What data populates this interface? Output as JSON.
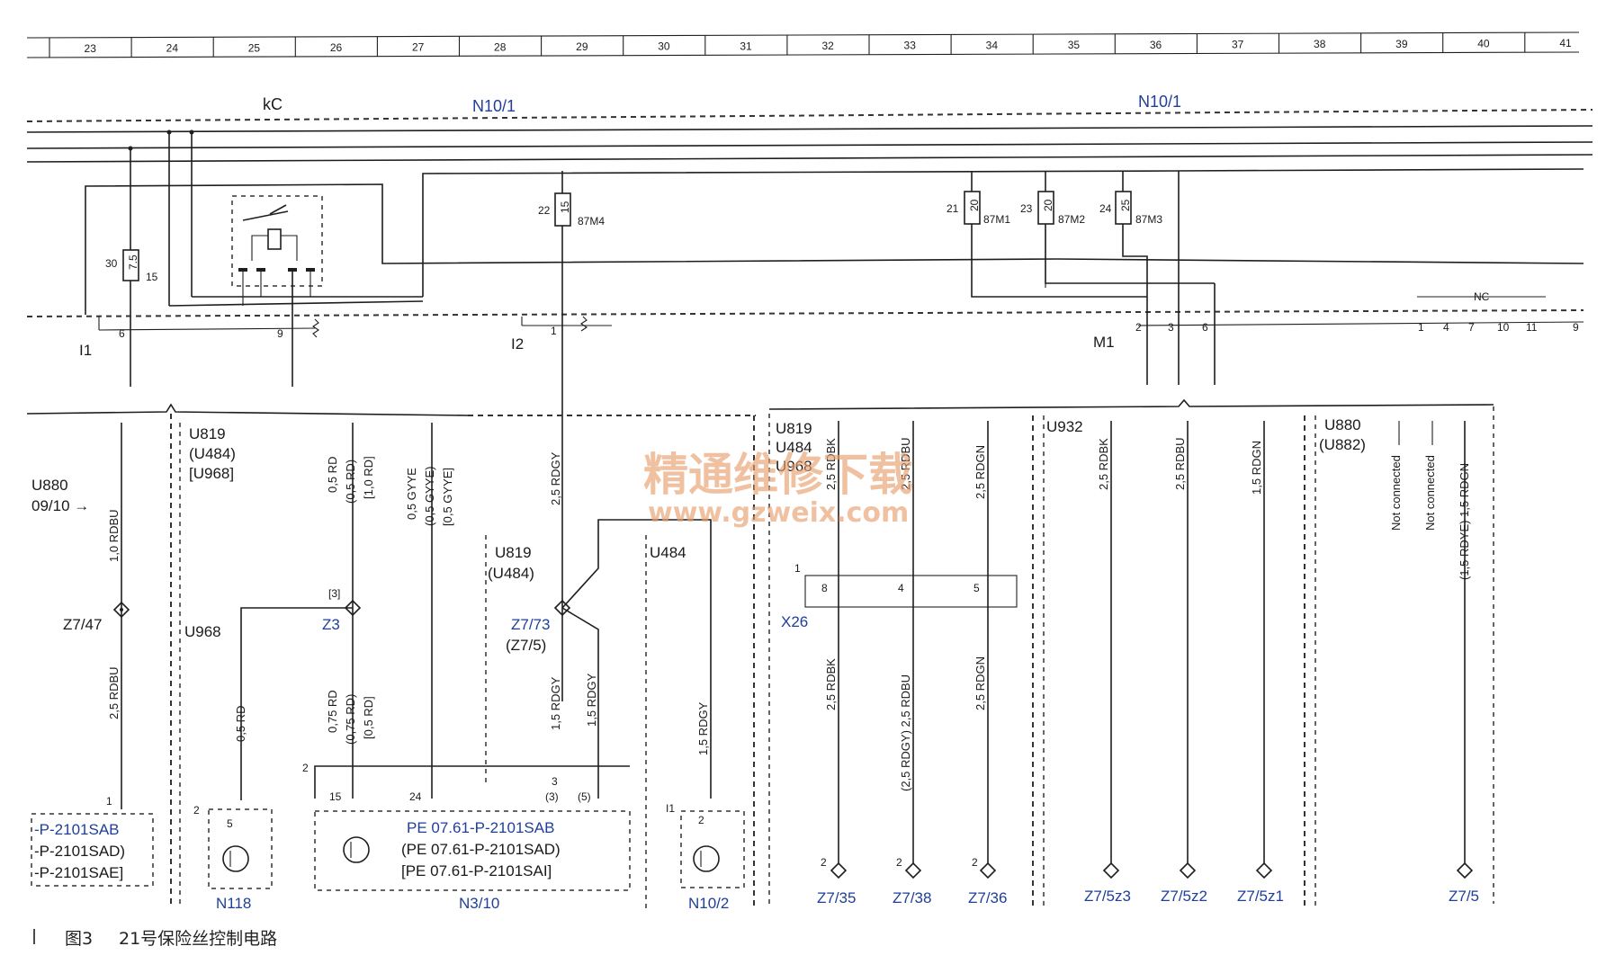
{
  "ruler": [
    "23",
    "24",
    "25",
    "26",
    "27",
    "28",
    "29",
    "30",
    "31",
    "32",
    "33",
    "34",
    "35",
    "36",
    "37",
    "38",
    "39",
    "40",
    "41"
  ],
  "top": {
    "kc": "kC",
    "n101_a": "N10/1",
    "n101_b": "N10/1"
  },
  "fuses": {
    "f15": {
      "num": "30",
      "val": "7.5",
      "out": "15"
    },
    "f87m4": {
      "num": "22",
      "val": "15",
      "lbl": "87M4"
    },
    "f87m1": {
      "num": "21",
      "val": "20",
      "lbl": "87M1"
    },
    "f87m2": {
      "num": "23",
      "val": "20",
      "lbl": "87M2"
    },
    "f87m3": {
      "num": "24",
      "val": "25",
      "lbl": "87M3"
    }
  },
  "conn": {
    "i1": "I1",
    "i1_p6": "6",
    "i1_p9": "9",
    "i2": "I2",
    "i2_p1": "1",
    "m1": "M1",
    "m1_p2": "2",
    "m1_p3": "3",
    "m1_p6": "6",
    "m1_right": [
      "1",
      "4",
      "7",
      "10",
      "11",
      "9"
    ],
    "nc": "NC"
  },
  "sections": {
    "u880_left": "U880",
    "u880_left_sub": "09/10 →",
    "u819_a": [
      "U819",
      "(U484)",
      "[U968]"
    ],
    "u819_b": [
      "U819",
      "(U484)"
    ],
    "u484": "U484",
    "u968": "U968",
    "u819_c": [
      "U819",
      "U484",
      "U968"
    ],
    "u932": "U932",
    "u880_right": [
      "U880",
      "(U882)"
    ]
  },
  "wires": {
    "w_left_top": "1,0 RDBU",
    "w_left_bot": "2,5 RDBU",
    "w_rd1": "0,5 RD",
    "w_rd2": "(0,5 RD)",
    "w_rd3": "[1,0 RD]",
    "w_gy1": "0,5 GYYE",
    "w_gy2": "(0,5 GYYE)",
    "w_gy3": "[0,5 GYYE]",
    "w_rdgy_top": "2,5 RDGY",
    "w_z3_rd": "0,5 RD",
    "w_rd_b1": "0,75 RD",
    "w_rd_b2": "(0,75 RD)",
    "w_rd_b3": "[0,5 RD]",
    "w_rdgy_l": "1,5 RDGY",
    "w_rdgy_r": "1,5 RDGY",
    "w_rdgy_n102": "1,5 RDGY",
    "w_x26_top1": "2,5 RDBK",
    "w_x26_top2": "2,5 RDBU",
    "w_x26_top3": "2,5 RDGN",
    "w_x26_bot1": "2,5 RDBK",
    "w_x26_bot2": "(2,5 RDGY) 2,5 RDBU",
    "w_x26_bot3": "2,5 RDGN",
    "w_u932_1": "2,5 RDBK",
    "w_u932_2": "2,5 RDBU",
    "w_u932_3": "1,5 RDGN",
    "w_nc1": "Not connected",
    "w_nc2": "Not connected",
    "w_u880r": "(1,5 RDYE) 1,5 RDGN"
  },
  "nodes": {
    "z747": "Z7/47",
    "z3": "Z3",
    "z3_pin": "[3]",
    "z773": "Z7/73",
    "z75": "(Z7/5)",
    "x26": "X26",
    "x26_p1": "1",
    "x26_p8": "8",
    "x26_p4": "4",
    "x26_p5": "5",
    "z735": "Z7/35",
    "z738": "Z7/38",
    "z736": "Z7/36",
    "z75z3": "Z7/5z3",
    "z75z2": "Z7/5z2",
    "z75z1": "Z7/5z1",
    "z75b": "Z7/5",
    "p2": "2"
  },
  "components": {
    "pe_left": [
      "-P-2101SAB",
      "-P-2101SAD)",
      "-P-2101SAE]"
    ],
    "pin1": "1",
    "n118": "N118",
    "n118_p2": "2",
    "n118_p5": "5",
    "n310": "N3/10",
    "n310_p2": "2",
    "n310_p15": "15",
    "n310_p24": "24",
    "n310_p3": "3",
    "n310_p3b": "(3)",
    "n310_p5": "(5)",
    "pe_mid": [
      "PE 07.61-P-2101SAB",
      "(PE 07.61-P-2101SAD)",
      "[PE 07.61-P-2101SAI]"
    ],
    "n102": "N10/2",
    "n102_i1": "I1",
    "n102_p2": "2"
  },
  "watermark": {
    "cn": "精通维修下载",
    "url": "www.gzweix.com"
  },
  "caption": {
    "fig": "图3",
    "text": "21号保险丝控制电路"
  },
  "colors": {
    "line": "#1e1e1e",
    "blue_label": "#1f3f9a",
    "watermark": "#e9a070"
  }
}
